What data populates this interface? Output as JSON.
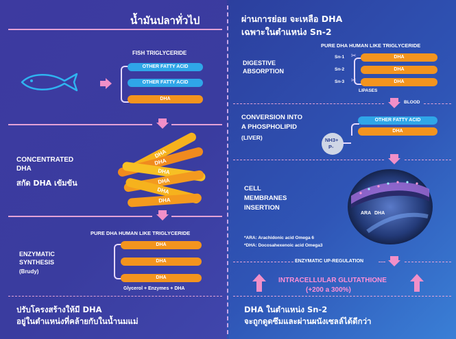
{
  "left": {
    "header": "น้ำมันปลาทั่วไป",
    "fish_title": "FISH TRIGLYCERIDE",
    "fish_chain": [
      "OTHER FATTY ACID",
      "OTHER FATTY ACID",
      "DHA"
    ],
    "concentrated_title_1": "CONCENTRATED",
    "concentrated_title_2": "DHA",
    "concentrated_thai": "สกัด DHA เข้มข้น",
    "rods": [
      "DHA",
      "DHA",
      "DHA",
      "DHA",
      "DHA",
      "DHA"
    ],
    "pure_title": "PURE DHA HUMAN LIKE TRIGLYCERIDE",
    "pure_chain": [
      "DHA",
      "DHA",
      "DHA"
    ],
    "enzymatic_1": "ENZYMATIC",
    "enzymatic_2": "SYNTHESIS",
    "enzymatic_3": "(Brudy)",
    "glycerol": "Glycerol + Enzymes + DHA",
    "footer_1": "ปรับโครงสร้างให้มี DHA",
    "footer_2": "อยู่ในตำแหน่งที่คล้ายกับในน้ำนมแม่"
  },
  "right": {
    "header_1": "ผ่านการย่อย จะเหลือ DHA",
    "header_2": "เฉพาะในตำแหน่ง Sn-2",
    "pure_title": "PURE DHA HUMAN LIKE TRIGLYCERIDE",
    "digestive_1": "DIGESTIVE",
    "digestive_2": "ABSORPTION",
    "sn_labels": [
      "Sn-1",
      "Sn-2",
      "Sn-3"
    ],
    "sn_chain": [
      "DHA",
      "DHA",
      "DHA"
    ],
    "lipases": "LIPASES",
    "blood": "BLOOD",
    "conversion_1": "CONVERSION INTO",
    "conversion_2": "A PHOSPHOLIPID",
    "conversion_3": "(LIVER)",
    "nh3_1": "NH3+",
    "nh3_2": "P-",
    "phospho_chain": [
      "OTHER FATTY ACID",
      "DHA"
    ],
    "cell_1": "CELL",
    "cell_2": "MEMBRANES",
    "cell_3": "INSERTION",
    "ara_label": "ARA",
    "dha_label": "DHA",
    "note_1": "*ARA: Arachidonic acid Omega 6",
    "note_2": "*DHA: Docosahexenoic acid Omega3",
    "upreg": "ENZYMATIC UP-REGULATION",
    "glutathione": "INTRACELLULAR GLUTATHIONE",
    "glutathione_pct": "(+200 a 300%)",
    "footer_1": "DHA ในตำแหน่ง Sn-2",
    "footer_2": "จะถูกดูดซึมและผ่านผนังเซลล์ได้ดีกว่า"
  },
  "colors": {
    "blue_pill": "#2fa6e8",
    "orange_pill": "#f3941e",
    "pink_arrow": "#f18fc8",
    "glutathione_text": "#ff8fd6"
  }
}
